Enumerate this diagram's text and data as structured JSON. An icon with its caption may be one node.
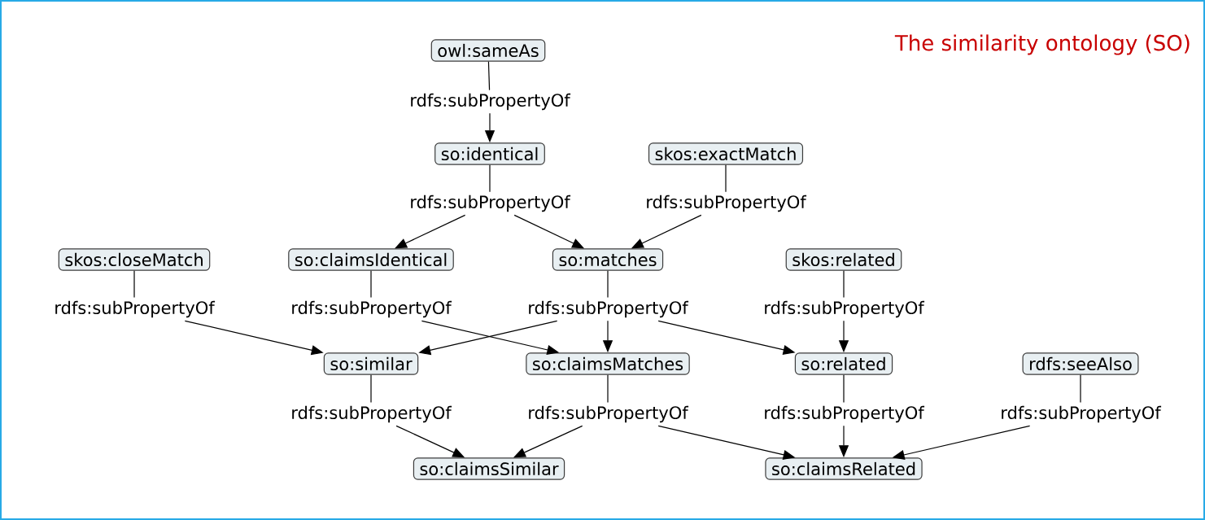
{
  "diagram": {
    "title": "The similarity ontology (SO)",
    "nodes": [
      {
        "text": [
          "owl:sameAs"
        ]
      },
      {
        "text": [
          "rdfs:subPropertyOf"
        ]
      },
      {
        "text": [
          "so:identical"
        ]
      },
      {
        "text": [
          "skos:exactMatch"
        ]
      },
      {
        "text": [
          "rdfs:subPropertyOf"
        ]
      },
      {
        "text": [
          "rdfs:subPropertyOf"
        ]
      },
      {
        "text": [
          "skos:closeMatch"
        ]
      },
      {
        "text": [
          "so:claimsIdentical"
        ]
      },
      {
        "text": [
          "so:matches"
        ]
      },
      {
        "text": [
          "skos:related"
        ]
      },
      {
        "text": [
          "rdfs:subPropertyOf"
        ]
      },
      {
        "text": [
          "rdfs:subPropertyOf"
        ]
      },
      {
        "text": [
          "rdfs:subPropertyOf"
        ]
      },
      {
        "text": [
          "rdfs:subPropertyOf"
        ]
      },
      {
        "text": [
          "so:similar"
        ]
      },
      {
        "text": [
          "so:claimsMatches"
        ]
      },
      {
        "text": [
          "so:related"
        ]
      },
      {
        "text": [
          "rdfs:seeAlso"
        ]
      },
      {
        "text": [
          "rdfs:subPropertyOf"
        ]
      },
      {
        "text": [
          "rdfs:subPropertyOf"
        ]
      },
      {
        "text": [
          "rdfs:subPropertyOf"
        ]
      },
      {
        "text": [
          "rdfs:subPropertyOf"
        ]
      },
      {
        "text": [
          "so:claimsSimilar"
        ]
      },
      {
        "text": [
          "so:claimsRelated"
        ]
      }
    ],
    "edges": [
      {
        "from": 0,
        "to": 1,
        "arrow": "none"
      },
      {
        "from": 1,
        "to": 2,
        "arrow": "to"
      },
      {
        "from": 2,
        "to": 4,
        "arrow": "none"
      },
      {
        "from": 4,
        "to": 7,
        "arrow": "to"
      },
      {
        "from": 4,
        "to": 8,
        "arrow": "to"
      },
      {
        "from": 3,
        "to": 5,
        "arrow": "none"
      },
      {
        "from": 5,
        "to": 8,
        "arrow": "to"
      },
      {
        "from": 6,
        "to": 10,
        "arrow": "none"
      },
      {
        "from": 10,
        "to": 14,
        "arrow": "to"
      },
      {
        "from": 7,
        "to": 11,
        "arrow": "none"
      },
      {
        "from": 11,
        "to": 15,
        "arrow": "to"
      },
      {
        "from": 8,
        "to": 12,
        "arrow": "none"
      },
      {
        "from": 12,
        "to": 14,
        "arrow": "to"
      },
      {
        "from": 12,
        "to": 15,
        "arrow": "to"
      },
      {
        "from": 12,
        "to": 16,
        "arrow": "to"
      },
      {
        "from": 9,
        "to": 13,
        "arrow": "none"
      },
      {
        "from": 13,
        "to": 16,
        "arrow": "to"
      },
      {
        "from": 14,
        "to": 18,
        "arrow": "none"
      },
      {
        "from": 18,
        "to": 22,
        "arrow": "to"
      },
      {
        "from": 15,
        "to": 19,
        "arrow": "none"
      },
      {
        "from": 19,
        "to": 22,
        "arrow": "to"
      },
      {
        "from": 19,
        "to": 23,
        "arrow": "to"
      },
      {
        "from": 16,
        "to": 20,
        "arrow": "none"
      },
      {
        "from": 20,
        "to": 23,
        "arrow": "to"
      },
      {
        "from": 17,
        "to": 21,
        "arrow": "none"
      },
      {
        "from": 21,
        "to": 23,
        "arrow": "to"
      }
    ]
  }
}
